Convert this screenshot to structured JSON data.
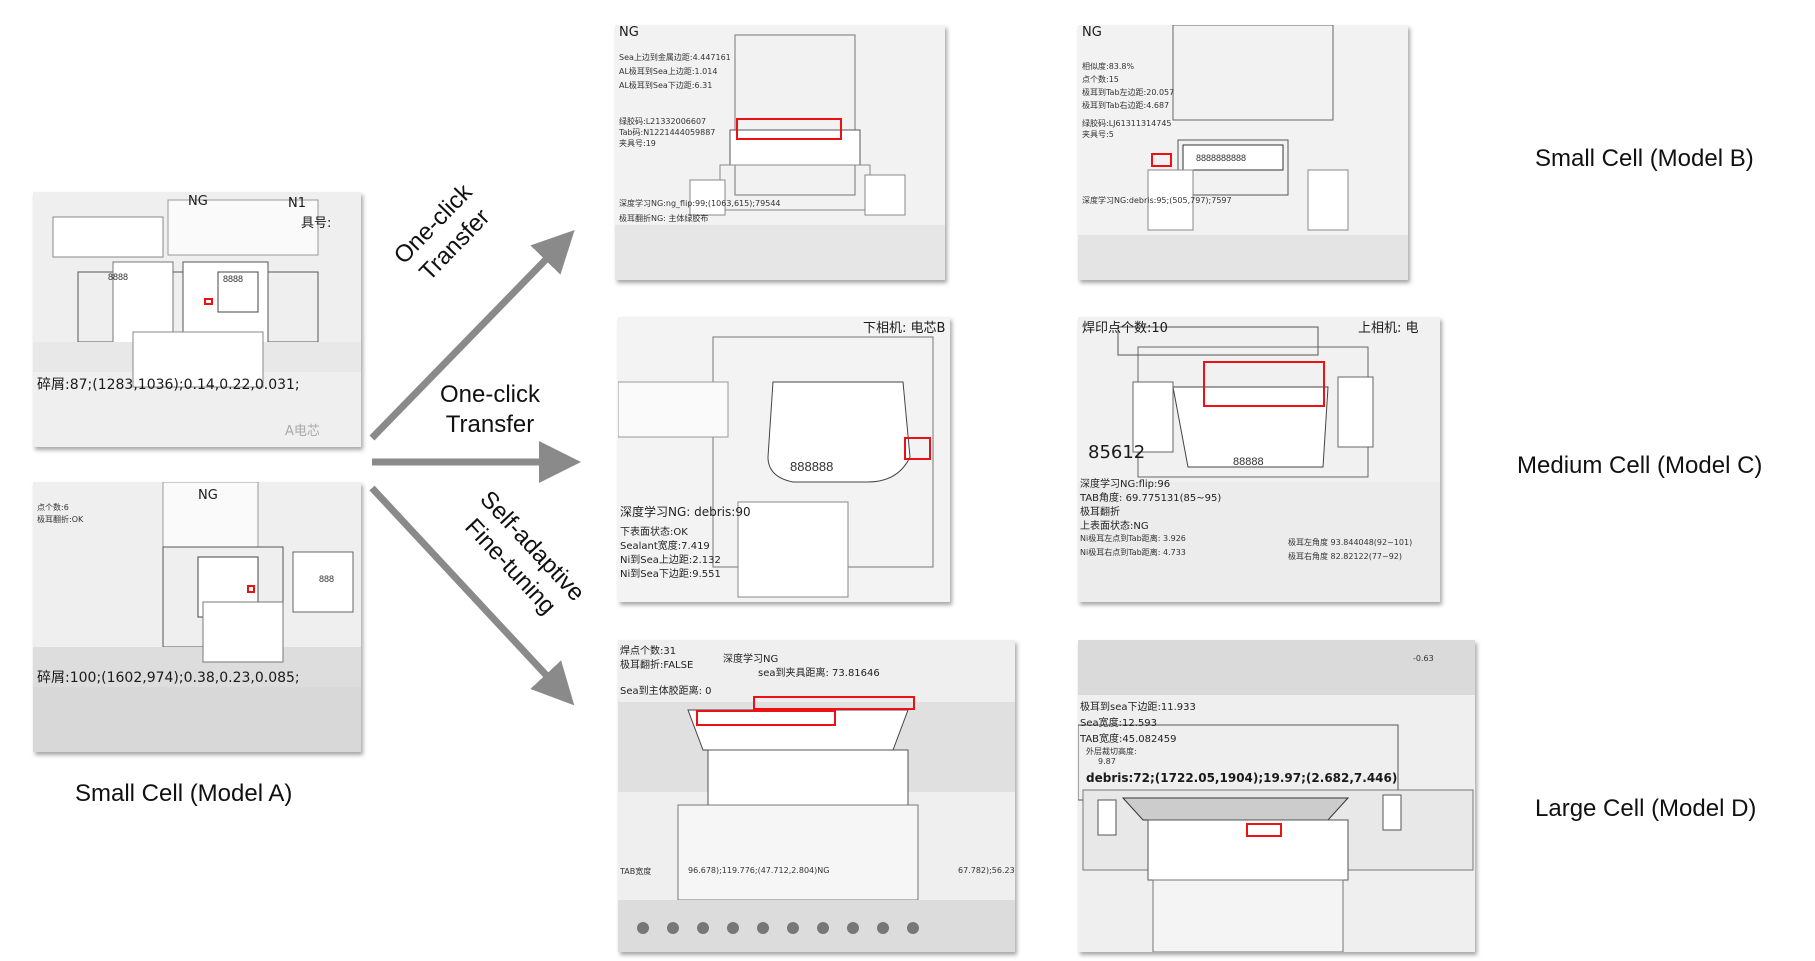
{
  "labels": {
    "model_a": "Small Cell (Model A)",
    "model_b": "Small Cell (Model B)",
    "model_c": "Medium Cell (Model C)",
    "model_d": "Large Cell (Model D)"
  },
  "arrows": {
    "top": [
      "One-click",
      "Transfer"
    ],
    "middle": [
      "One-click",
      "Transfer"
    ],
    "bottom": [
      "Self-adaptive",
      "Fine-tuning"
    ]
  },
  "panels": {
    "a1": {
      "ng": "NG",
      "text": "碎屑:87;(1283,1036);0.14,0.22,0.031;",
      "corner": "具号:",
      "n1": "N1",
      "mark": "A电芯"
    },
    "a2": {
      "ng": "NG",
      "l1": "点个数:6",
      "l2": "极耳翻折:OK",
      "text": "碎屑:100;(1602,974);0.38,0.23,0.085;"
    },
    "b1": {
      "ng": "NG",
      "l1": "Sea上边到金属边距:4.447161",
      "l2": "AL极耳到Sea上边距:1.014",
      "l3": "AL极耳到Sea下边距:6.31",
      "l4": "绿胶码:L21332006607",
      "l5": "Tab码:N1221444059887",
      "l6": "夹具号:19",
      "l7": "深度学习NG:ng_flip:99;(1063,615);79544",
      "l8": "极耳翻折NG: 主体绿胶布"
    },
    "b2": {
      "ng": "NG",
      "l1": "相似度:83.8%",
      "l2": "点个数:15",
      "l3": "极耳到Tab左边距:20.057",
      "l4": "极耳到Tab右边距:4.687",
      "l5": "绿胶码:LJ61311314745",
      "l6": "夹具号:5",
      "l7": "深度学习NG:debris:95;(505,797);7597"
    },
    "c1": {
      "cam": "下相机: 电芯B",
      "l1": "深度学习NG: debris:90",
      "l2": "下表面状态:OK",
      "l3": "Sealant宽度:7.419",
      "l4": "Ni到Sea上边距:2.132",
      "l5": "Ni到Sea下边距:9.551"
    },
    "c2": {
      "top": "焊印点个数:10",
      "cam": "上相机: 电",
      "num": "85612",
      "l1": "深度学习NG:flip:96",
      "l2": "TAB角度: 69.775131(85~95)",
      "l3": "极耳翻折",
      "l4": "上表面状态:NG",
      "l5": "Ni极耳左点到Tab距离: 3.926",
      "l6": "Ni极耳右点到Tab距离: 4.733",
      "l7": "极耳左角度 93.844048(92~101)",
      "l8": "极耳右角度 82.82122(77~92)"
    },
    "d1": {
      "l1": "焊点个数:31",
      "l2": "极耳翻折:FALSE",
      "l3": "深度学习NG",
      "l4": "sea到夹具距离: 73.81646",
      "l5": "Sea到主体胶距离: 0",
      "bottom": "96.678);119.776;(47.712,2.804)NG",
      "right": "67.782);56.23",
      "tab": "TAB宽度"
    },
    "d2": {
      "l1": "极耳到sea下边距:11.933",
      "l2": "Sea宽度:12.593",
      "l3": "TAB宽度:45.082459",
      "l4": "外层裁切高度:",
      "l5": "9.87",
      "l6": "debris:72;(1722.05,1904);19.97;(2.682,7.446)",
      "tr": "-0.63"
    }
  }
}
